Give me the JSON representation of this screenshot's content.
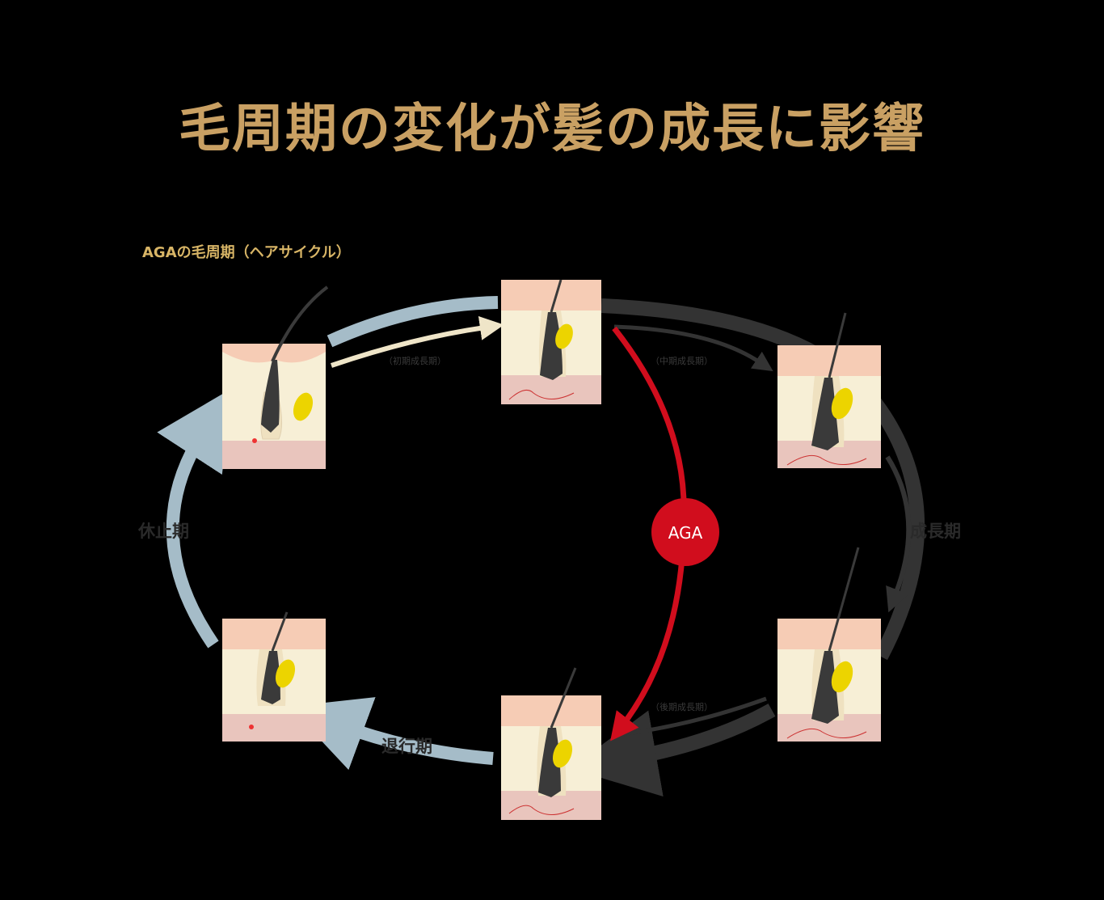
{
  "title": "毛周期の変化が髪の成長に影響",
  "subtitle": "AGAの毛周期（ヘアサイクル）",
  "labels": {
    "rest_phase": "休止期",
    "growth_phase": "成長期",
    "regression_phase": "退行期",
    "early_growth": "（初期成長期）",
    "mid_growth": "（中期成長期）",
    "late_growth": "（後期成長期）",
    "aga": "AGA"
  },
  "colors": {
    "title": "#c9a063",
    "subtitle": "#d8b566",
    "rest_arrow": "#a5bcc8",
    "growth_arrow": "#333333",
    "aga_red": "#d10d1d",
    "skin": "#f6ccb5",
    "tissue": "#f7efd6",
    "deep_layer": "#e9c5bd",
    "hair": "#2a2a2a",
    "gland": "#ecd400"
  },
  "icons": [
    "hair-follicle-icon"
  ]
}
